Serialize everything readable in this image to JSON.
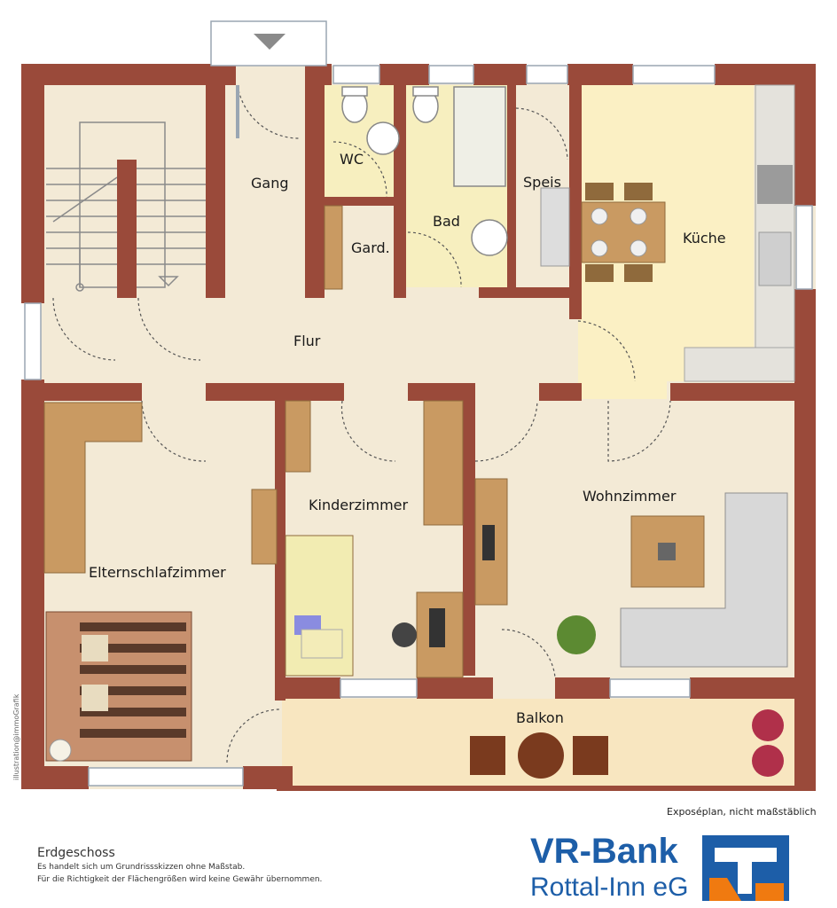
{
  "colors": {
    "wall": "#9a4a3a",
    "floor": "#f3ead6",
    "tile": "#fbf0c4",
    "balcony": "#f8e6c0",
    "wood": "#c99a62",
    "accent_blue": "#1d5ea8",
    "accent_orange": "#f07a10"
  },
  "rooms": {
    "gang": "Gang",
    "wc": "WC",
    "bad": "Bad",
    "speis": "Speis",
    "kueche": "Küche",
    "gard": "Gard.",
    "flur": "Flur",
    "kinderzimmer": "Kinderzimmer",
    "wohnzimmer": "Wohnzimmer",
    "elternschlafzimmer": "Elternschlafzimmer",
    "balkon": "Balkon"
  },
  "notes": {
    "exposeplan": "Exposéplan, nicht maßstäblich",
    "floor_name": "Erdgeschoss",
    "disclaimer_1": "Es handelt sich um Grundrissskizzen ohne Maßstab.",
    "disclaimer_2": "Für die Richtigkeit der Flächengrößen wird keine Gewähr übernommen.",
    "credit": "illustration@immoGrafik"
  },
  "bank": {
    "name": "VR-Bank",
    "branch": "Rottal-Inn eG",
    "logo_icon": "volksbank-logo-icon"
  }
}
